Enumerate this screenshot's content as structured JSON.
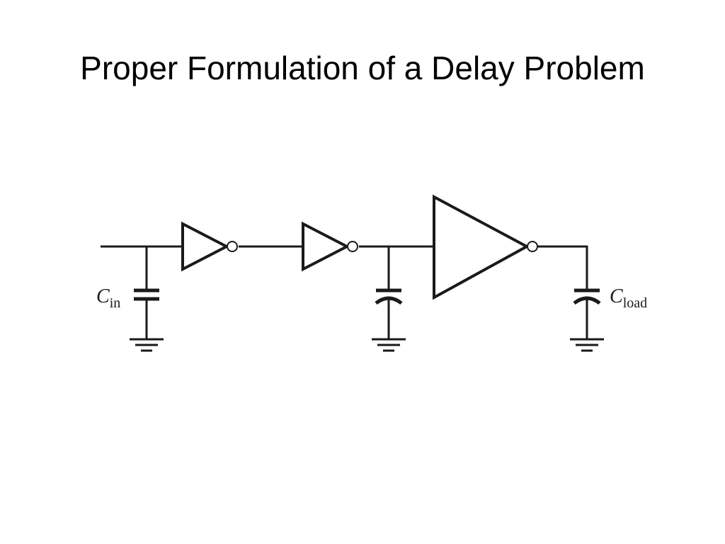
{
  "slide": {
    "title": "Proper Formulation of a Delay Problem"
  },
  "diagram": {
    "labels": {
      "cin": {
        "main": "C",
        "sub": "in"
      },
      "cload": {
        "main": "C",
        "sub": "load"
      }
    },
    "components": [
      {
        "name": "input-capacitor",
        "type": "fixed-capacitor"
      },
      {
        "name": "inverter-1",
        "type": "inverter",
        "size": "small"
      },
      {
        "name": "inverter-2",
        "type": "inverter",
        "size": "small"
      },
      {
        "name": "internal-capacitor",
        "type": "parasitic-capacitor"
      },
      {
        "name": "inverter-3",
        "type": "inverter",
        "size": "large"
      },
      {
        "name": "load-capacitor",
        "type": "parasitic-capacitor"
      }
    ]
  }
}
